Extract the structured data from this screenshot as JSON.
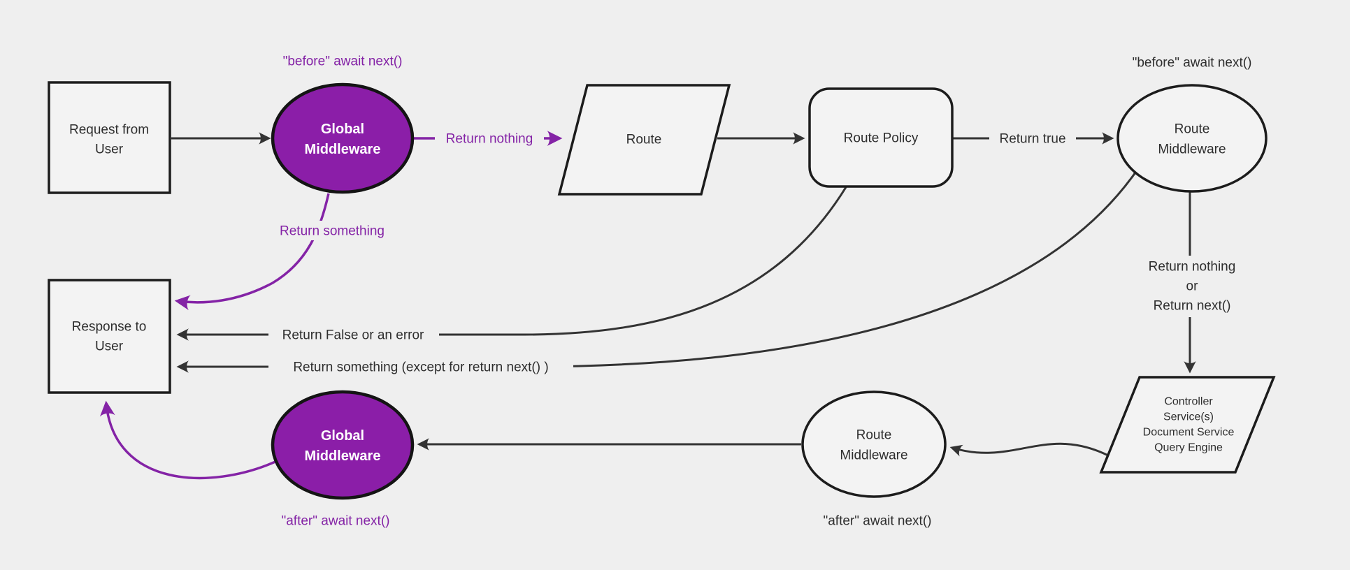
{
  "diagram": {
    "description": "Request lifecycle middleware flowchart",
    "colors": {
      "background": "#efefef",
      "node_fill": "#f3f3f3",
      "node_stroke": "#1c1c1c",
      "purple_fill": "#8b1ea8",
      "purple_label": "#8423a6",
      "edge_stroke": "#333333",
      "text": "#2e2e2e",
      "text_on_purple": "#ffffff"
    },
    "nodes": {
      "request": {
        "lines": [
          "Request from",
          "User"
        ]
      },
      "global_middleware_top": {
        "lines": [
          "Global",
          "Middleware"
        ]
      },
      "route": {
        "label": "Route"
      },
      "route_policy": {
        "label": "Route Policy"
      },
      "route_middleware_top": {
        "lines": [
          "Route",
          "Middleware"
        ]
      },
      "controller": {
        "lines": [
          "Controller",
          "Service(s)",
          "Document Service",
          "Query Engine"
        ]
      },
      "route_middleware_bottom": {
        "lines": [
          "Route",
          "Middleware"
        ]
      },
      "global_middleware_bottom": {
        "lines": [
          "Global",
          "Middleware"
        ]
      },
      "response": {
        "lines": [
          "Response to",
          "User"
        ]
      }
    },
    "labels": {
      "before_await_left": "\"before\" await next()",
      "before_await_right": "\"before\" await next()",
      "return_nothing": "Return nothing",
      "return_true": "Return true",
      "return_something": "Return something",
      "return_nothing_or": {
        "lines": [
          "Return nothing",
          "or",
          "Return next()"
        ]
      },
      "return_false_or_error": "Return False or an error",
      "return_something_except": "Return something (except for return next() )",
      "after_await_left": "\"after\" await next()",
      "after_await_right": "\"after\" await next()"
    }
  }
}
